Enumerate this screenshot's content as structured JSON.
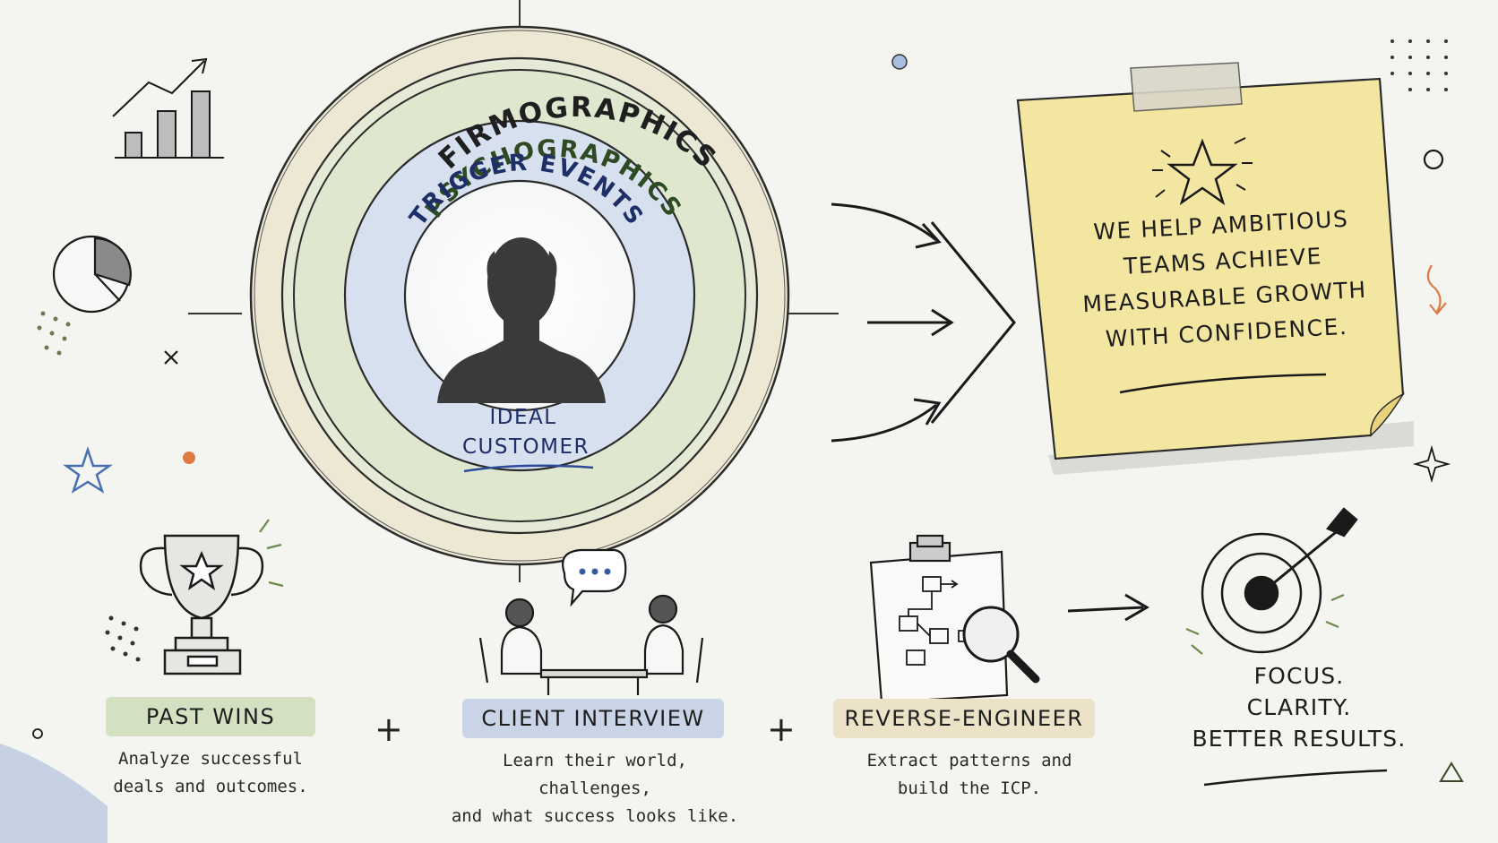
{
  "rings": {
    "outer": "FIRMOGRAPHICS",
    "middle": "PSYCHOGRAPHICS",
    "inner": "TRIGGER EVENTS",
    "center_line1": "IDEAL",
    "center_line2": "CUSTOMER"
  },
  "note": {
    "line1": "WE HELP AMBITIOUS",
    "line2": "TEAMS ACHIEVE",
    "line3": "MEASURABLE GROWTH",
    "line4": "WITH CONFIDENCE."
  },
  "steps": [
    {
      "title": "PAST WINS",
      "desc1": "Analyze successful",
      "desc2": "deals and outcomes."
    },
    {
      "title": "CLIENT INTERVIEW",
      "desc1": "Learn their world, challenges,",
      "desc2": "and what success looks like."
    },
    {
      "title": "REVERSE-ENGINEER",
      "desc1": "Extract patterns and",
      "desc2": "build the ICP."
    }
  ],
  "operators": {
    "plus": "+"
  },
  "result": {
    "line1": "FOCUS.",
    "line2": "CLARITY.",
    "line3": "BETTER RESULTS."
  },
  "icons": [
    "bar-chart-icon",
    "pie-chart-icon",
    "trophy-icon",
    "speech-bubble-icon",
    "clipboard-flowchart-icon",
    "magnifier-icon",
    "target-arrow-icon",
    "star-icon",
    "person-silhouette-icon"
  ],
  "colors": {
    "outer_ring": "#ece8d3",
    "middle_ring": "#dfe8cf",
    "inner_ring": "#d6e0ee",
    "note": "#f3e6a0",
    "accent_orange": "#e07a45",
    "accent_blue": "#4a6fb0",
    "title_dark": "#1f1f1f",
    "psycho_green": "#2e4a22",
    "trigger_navy": "#1e2e66"
  }
}
